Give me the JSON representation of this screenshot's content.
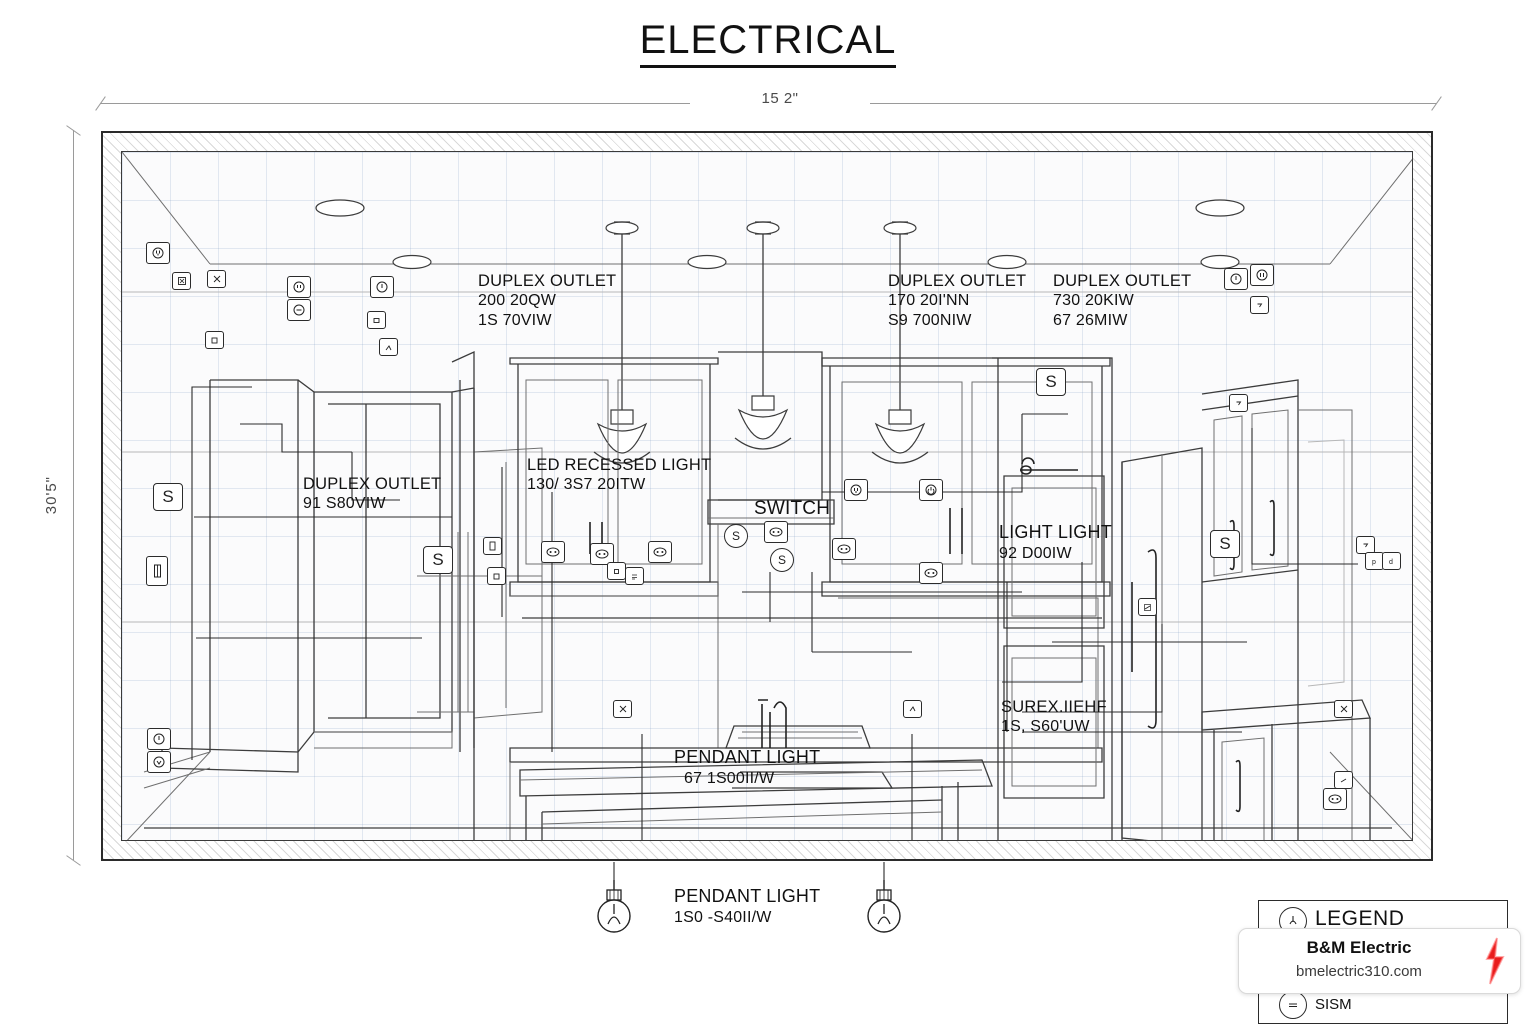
{
  "sheet": {
    "title": "ELECTRICAL",
    "dimensions": {
      "width_label": "15 2\"",
      "height_label": "30'5\""
    }
  },
  "annotations": [
    {
      "id": "duplex-outlet-left",
      "line1": "DUPLEX OUTLET",
      "line2": "91 S80VIW",
      "line3": ""
    },
    {
      "id": "duplex-outlet-a",
      "line1": "DUPLEX OUTLET",
      "line2": "200 20QW",
      "line3": "1S 70VIW"
    },
    {
      "id": "duplex-outlet-b",
      "line1": "DUPLEX OUTLET",
      "line2": "170 20I'NN",
      "line3": "S9 700NIW"
    },
    {
      "id": "duplex-outlet-c",
      "line1": "DUPLEX OUTLET",
      "line2": "730 20KIW",
      "line3": "67 26MIW"
    },
    {
      "id": "led-recessed-light",
      "line1": "LED RECESSED LIGHT",
      "line2": "130/ 3S7 20ITW",
      "line3": ""
    },
    {
      "id": "switch-callout",
      "line1": "SWITCH",
      "line2": "",
      "line3": ""
    },
    {
      "id": "light-light",
      "line1": "LIGHT LIGHT",
      "line2": "92 D00IW",
      "line3": ""
    },
    {
      "id": "surface-light",
      "line1": "SUREX.IIEHF",
      "line2": "1S, S60'UW",
      "line3": ""
    },
    {
      "id": "pendant-light-upper",
      "line1": "PENDANT LIGHT",
      "line2": "67 1S00II/W",
      "line3": ""
    },
    {
      "id": "pendant-light-lower",
      "line1": "PENDANT LIGHT",
      "line2": "1S0 -S40II/W",
      "line3": ""
    }
  ],
  "symbols": {
    "switch_letter": "S",
    "switch_name": "switch-symbol",
    "outlet_name": "duplex-outlet-symbol",
    "recessed_name": "recessed-light-symbol",
    "pendant_name": "pendant-light-symbol"
  },
  "legend": {
    "title": "LEGEND",
    "rows": [
      {
        "symbol": "ceiling-fixture-icon",
        "label": ""
      },
      {
        "symbol": "switch-icon",
        "label": "SISM"
      }
    ]
  },
  "watermark": {
    "company": "B&M Electric",
    "url": "bmelectric310.com",
    "icon": "lightning-bolt-icon",
    "accent_color": "#e81c1c"
  }
}
